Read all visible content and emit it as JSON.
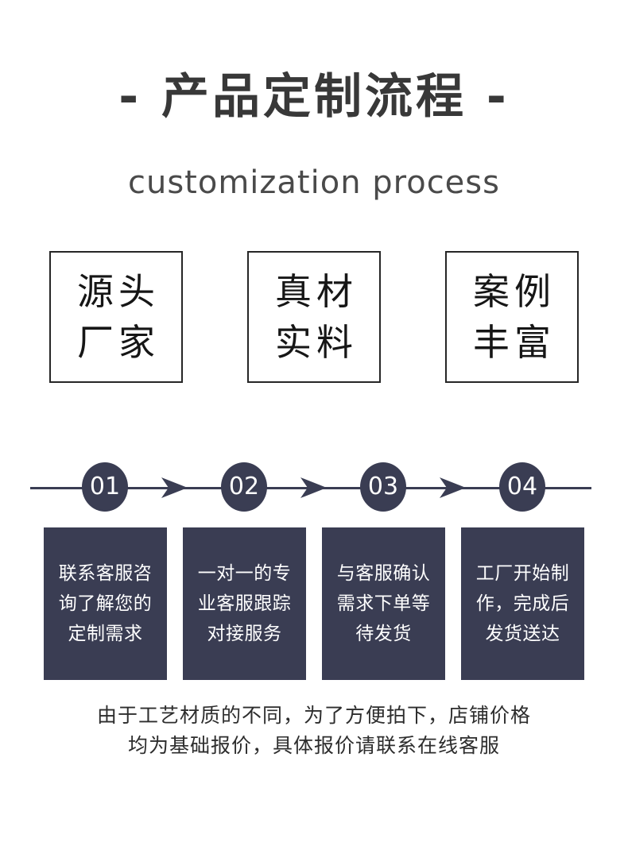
{
  "header": {
    "title": "- 产品定制流程 -",
    "subtitle": "customization process"
  },
  "features": [
    {
      "line1": "源头",
      "line2": "厂家"
    },
    {
      "line1": "真材",
      "line2": "实料"
    },
    {
      "line1": "案例",
      "line2": "丰富"
    }
  ],
  "process": {
    "steps": [
      {
        "number": "01",
        "lines": [
          "联系客服咨",
          "询了解您的",
          "定制需求"
        ]
      },
      {
        "number": "02",
        "lines": [
          "一对一的专",
          "业客服跟踪",
          "对接服务"
        ]
      },
      {
        "number": "03",
        "lines": [
          "与客服确认",
          "需求下单等",
          "待发货"
        ]
      },
      {
        "number": "04",
        "lines": [
          "工厂开始制",
          "作，完成后",
          "发货送达"
        ]
      }
    ]
  },
  "footer": {
    "line1": "由于工艺材质的不同，为了方便拍下，店铺价格",
    "line2": "均为基础报价，具体报价请联系在线客服"
  },
  "colors": {
    "accent_navy": "#3a3d53",
    "title_text": "#383838",
    "box_border": "#262626",
    "background": "#ffffff",
    "card_text": "#ffffff"
  }
}
